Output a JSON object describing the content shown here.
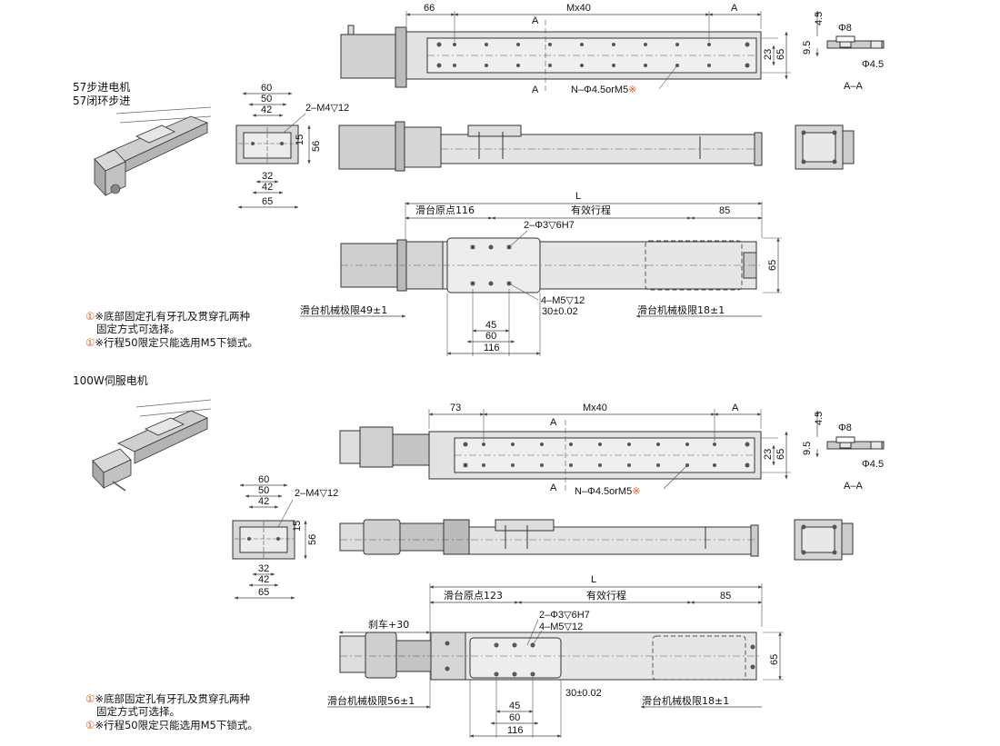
{
  "colors": {
    "line": "#333333",
    "dim": "#555555",
    "body": "#d9d9d9",
    "motor": "#c8c8c8",
    "accent": "#e0591c"
  },
  "sec1": {
    "title1": "57步进电机",
    "title2": "57闭环步进",
    "top": {
      "d66": "66",
      "mx40": "Mx40",
      "a": "A",
      "a_top": "A",
      "a_bot": "A",
      "d23": "23",
      "d65": "65",
      "n_hole": "N–Φ4.5orM5",
      "mark": "※"
    },
    "aa": {
      "d45": "4.5",
      "d95": "9.5",
      "phi8": "Φ8",
      "phi45": "Φ4.5",
      "label": "A–A"
    },
    "end": {
      "d60": "60",
      "d50": "50",
      "d42": "42",
      "m4": "2–M4▽12",
      "d15": "15",
      "d56": "56",
      "d32": "32",
      "d42b": "42",
      "d65": "65"
    },
    "plan": {
      "L": "L",
      "origin": "滑台原点116",
      "stroke": "有效行程",
      "d85": "85",
      "pin": "2–Φ3▽6H7",
      "m5": "4–M5▽12",
      "d30": "30±0.02",
      "limit_l": "滑台机械极限49±1",
      "limit_r": "滑台机械极限18±1",
      "d45": "45",
      "d60": "60",
      "d116": "116",
      "d65": "65"
    },
    "notes": {
      "n1": "※底部固定孔有牙孔及贯穿孔两种",
      "n1b": "固定方式可选择。",
      "n2": "※行程50限定只能选用M5下锁式。",
      "bullet": "①"
    }
  },
  "sec2": {
    "title": "100W伺服电机",
    "top": {
      "d73": "73",
      "mx40": "Mx40",
      "a": "A",
      "a_top": "A",
      "a_bot": "A",
      "d23": "23",
      "d65": "65",
      "n_hole": "N–Φ4.5orM5",
      "mark": "※"
    },
    "aa": {
      "d45": "4.5",
      "d95": "9.5",
      "phi8": "Φ8",
      "phi45": "Φ4.5",
      "label": "A–A"
    },
    "end": {
      "d60": "60",
      "d50": "50",
      "d42": "42",
      "m4": "2–M4▽12",
      "d15": "15",
      "d56": "56",
      "d32": "32",
      "d42b": "42",
      "d65": "65"
    },
    "plan": {
      "L": "L",
      "origin": "滑台原点123",
      "stroke": "有效行程",
      "d85": "85",
      "pin": "2–Φ3▽6H7",
      "m5": "4–M5▽12",
      "brake": "刹车+30",
      "d30": "30±0.02",
      "limit_l": "滑台机械极限56±1",
      "limit_r": "滑台机械极限18±1",
      "d45": "45",
      "d60": "60",
      "d116": "116",
      "d65": "65"
    },
    "notes": {
      "n1": "※底部固定孔有牙孔及贯穿孔两种",
      "n1b": "固定方式可选择。",
      "n2": "※行程50限定只能选用M5下锁式。",
      "bullet": "①"
    }
  }
}
